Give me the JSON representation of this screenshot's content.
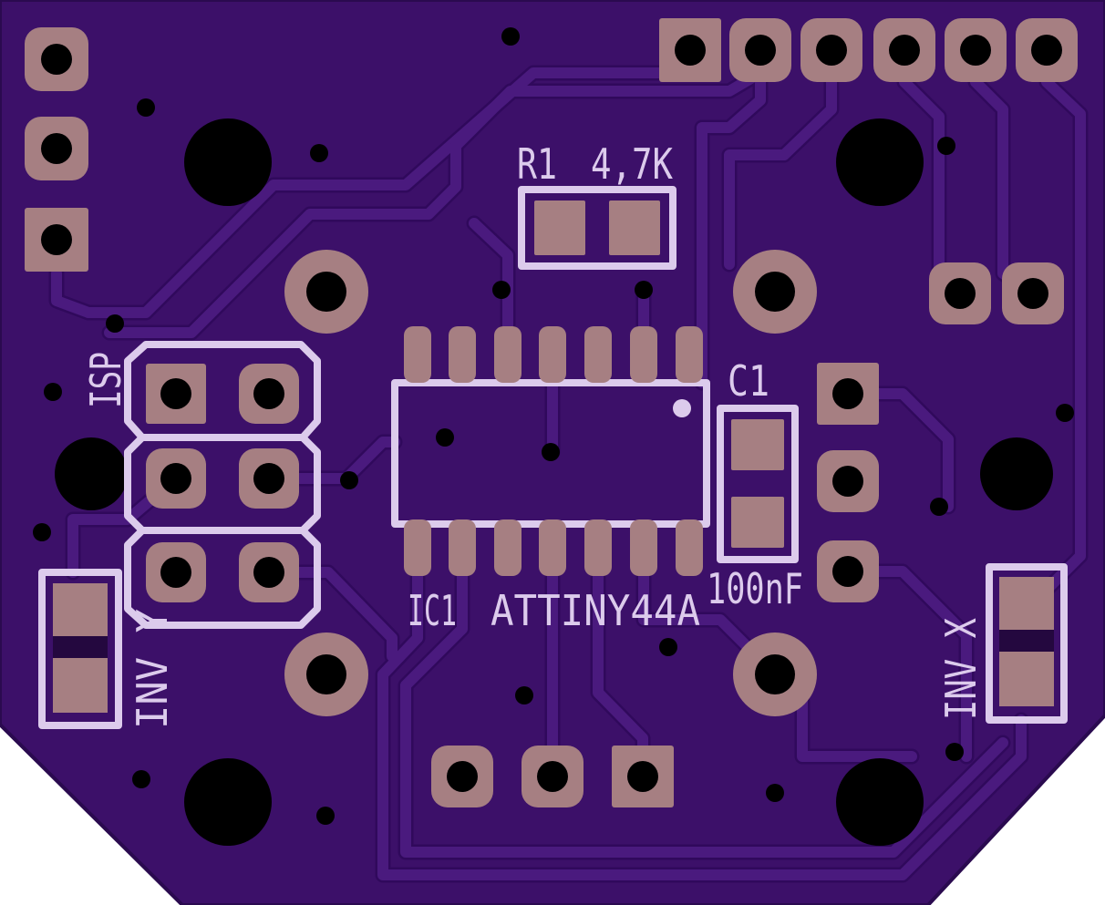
{
  "labels": {
    "r1_ref": "R1",
    "r1_value": "4,7K",
    "c1_ref": "C1",
    "c1_value": "100nF",
    "isp": "ISP",
    "ic1_ref": "IC1",
    "ic1_value": "ATTINY44A",
    "inv_y": "INV Y",
    "inv_x": "INV X"
  },
  "colors": {
    "board": "#3c1069",
    "trace": "#4a1a7e",
    "copper": "#a67f82",
    "silkscreen": "#dccbec",
    "drill": "#000000"
  }
}
